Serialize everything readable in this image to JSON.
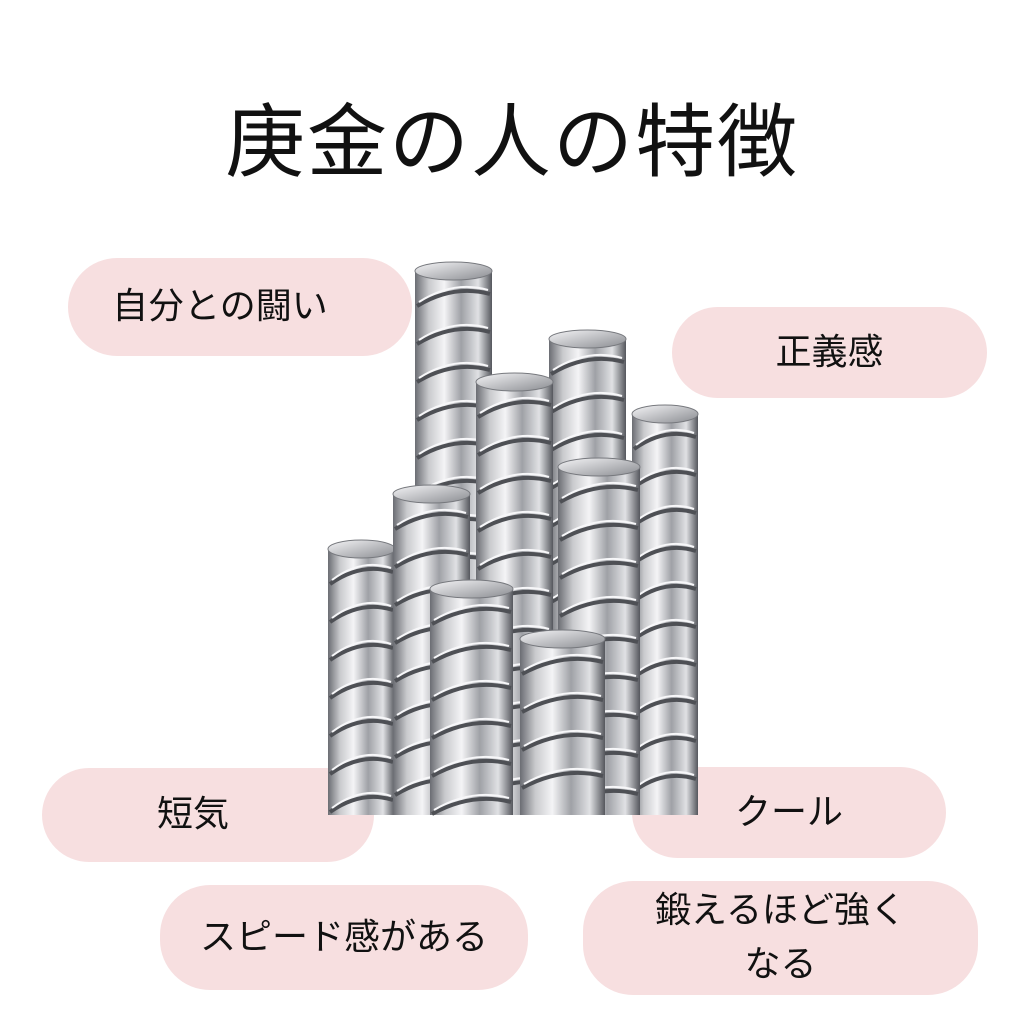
{
  "title": "庚金の人の特徴",
  "colors": {
    "pill": "#f7dfe0",
    "text": "#111111",
    "steel_light": "#f2f2f4",
    "steel_dark": "#5a5c62"
  },
  "traits": [
    {
      "label": "自分との闘い"
    },
    {
      "label": "正義感"
    },
    {
      "label": "短気"
    },
    {
      "label": "クール"
    },
    {
      "label": "スピード感がある"
    },
    {
      "label": "鍛えるほど強く\nなる"
    }
  ],
  "image": {
    "subject": "rebar-bundle"
  }
}
